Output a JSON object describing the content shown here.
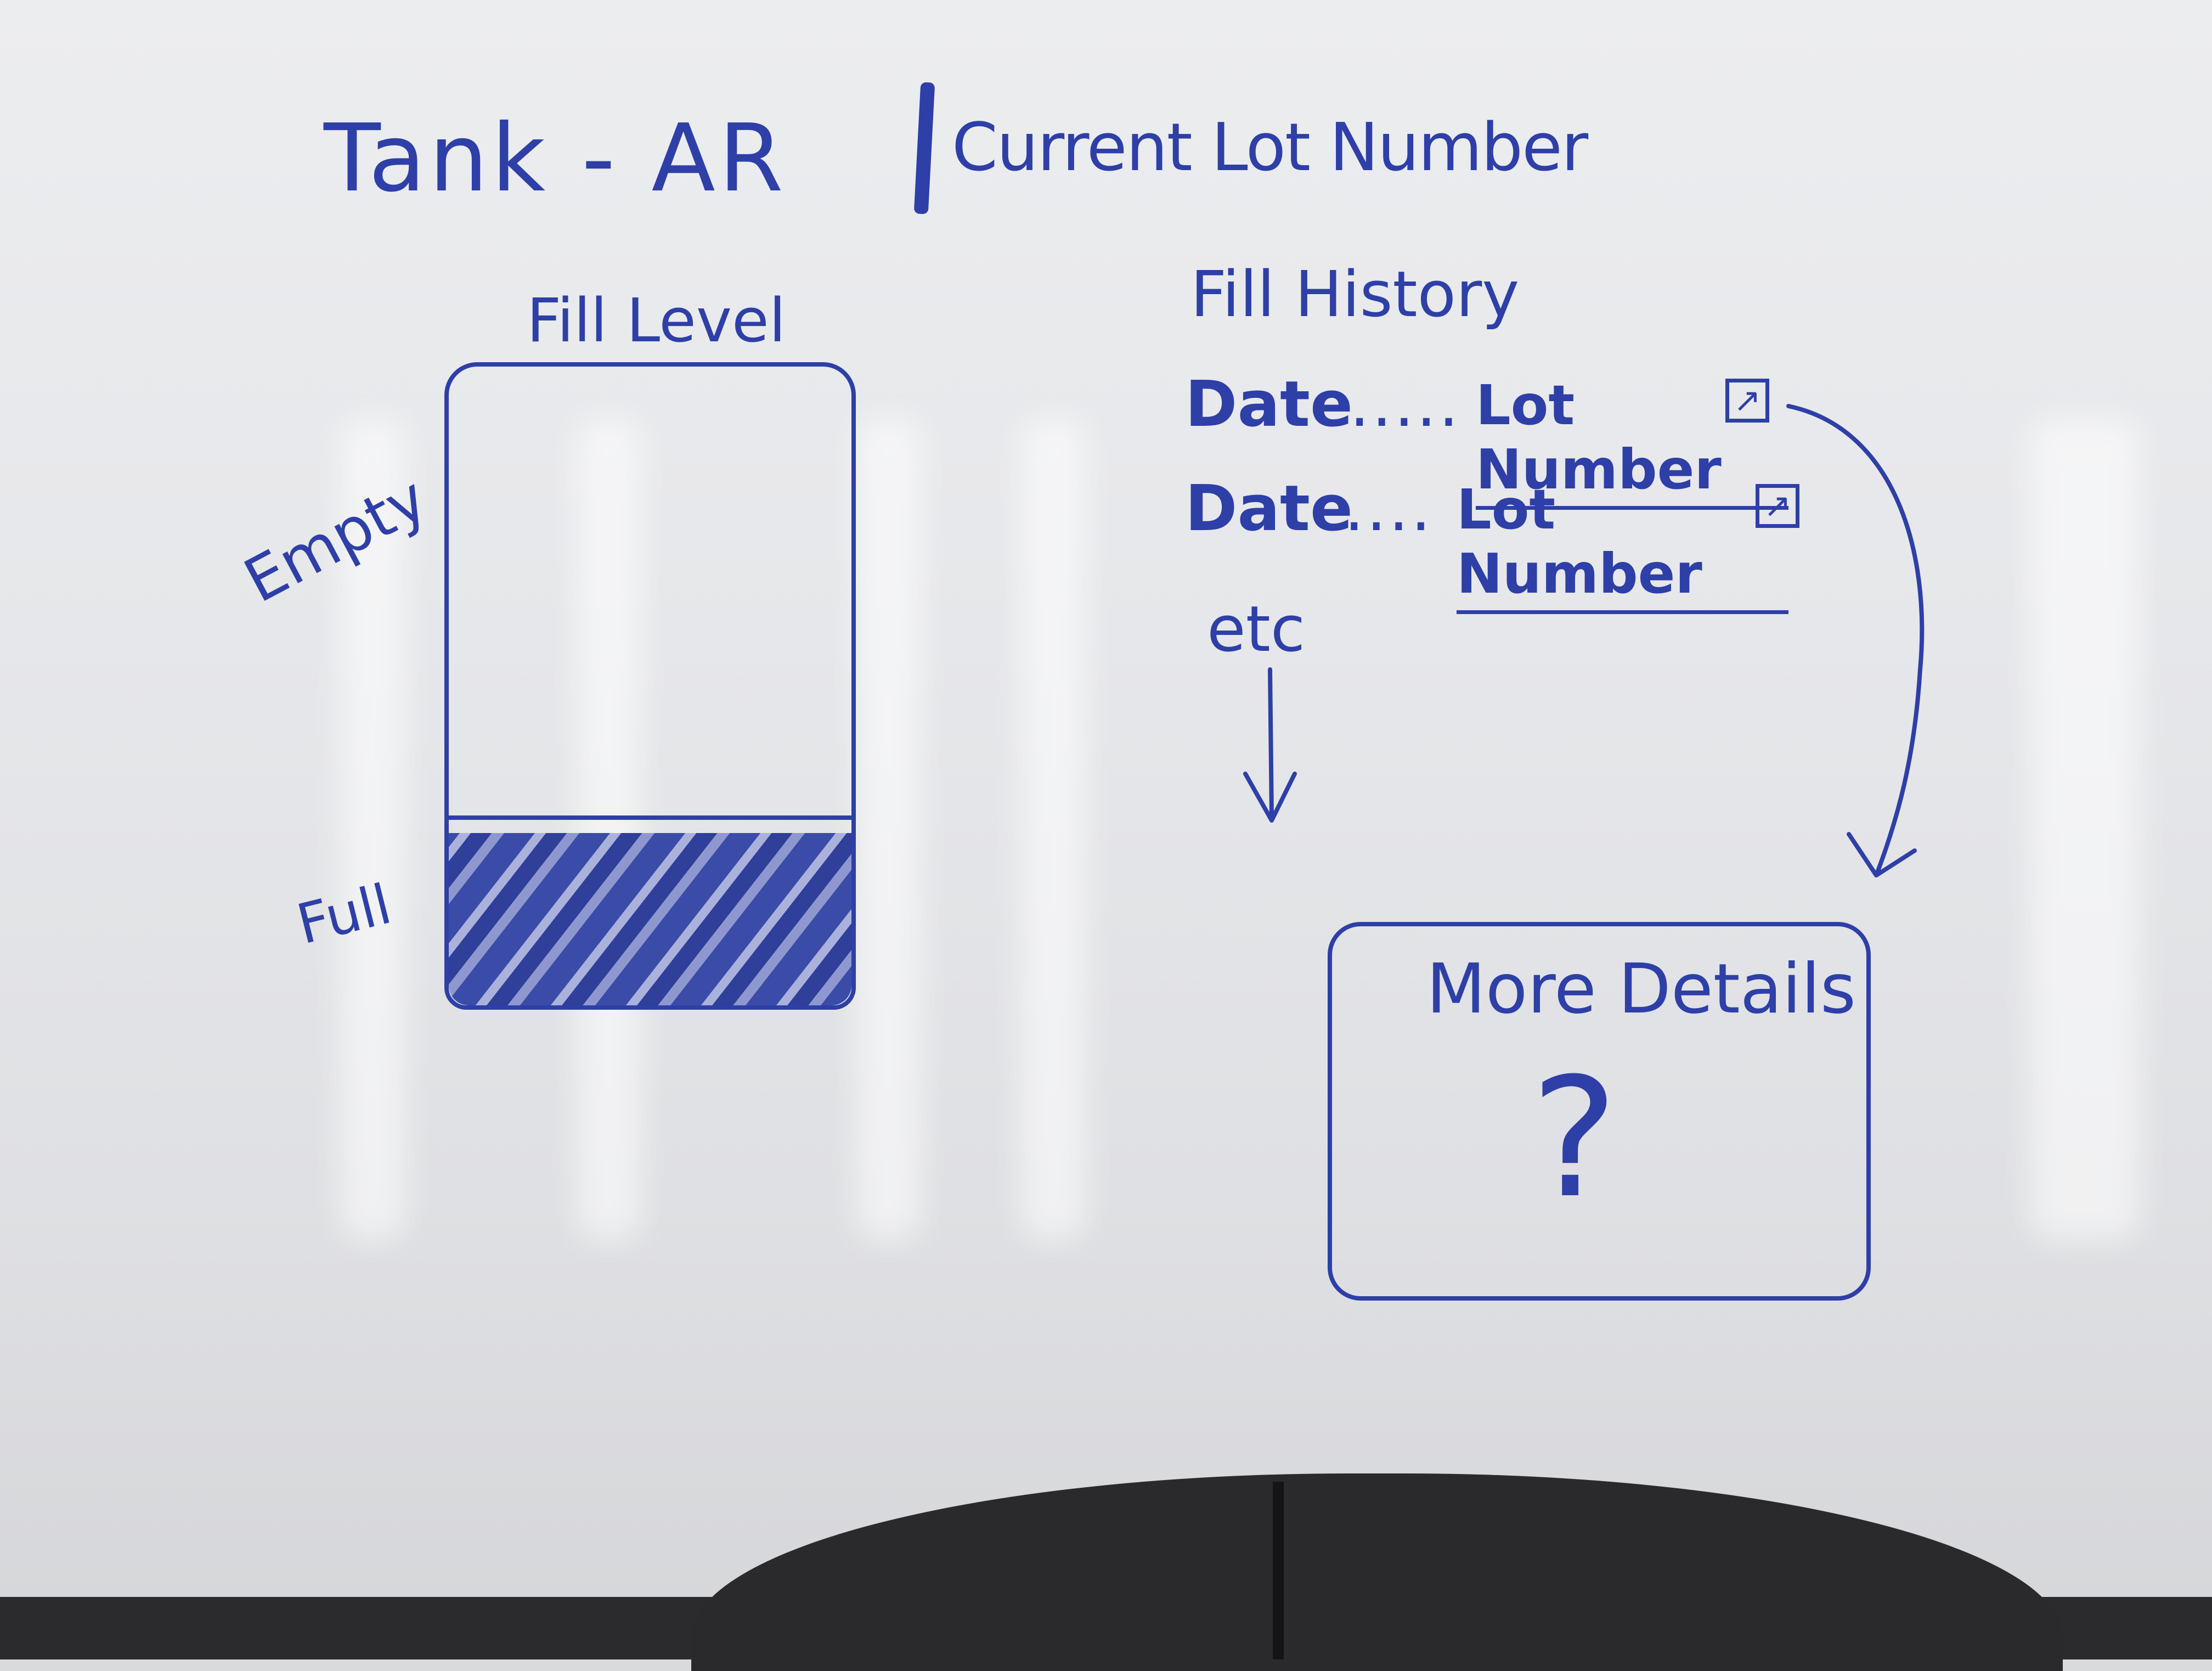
{
  "header": {
    "title_left": "Tank - AR",
    "title_right": "Current Lot Number"
  },
  "fill_level": {
    "heading": "Fill Level",
    "top_label": "Empty",
    "bottom_label": "Full",
    "fill_fraction": 0.27
  },
  "fill_history": {
    "heading": "Fill History",
    "rows": [
      {
        "date": "Date",
        "separator": ".....",
        "lot": "Lot Number",
        "link_icon": "external-link-icon"
      },
      {
        "date": "Date",
        "separator": "....",
        "lot": "Lot Number",
        "link_icon": "external-link-icon"
      }
    ],
    "more_label": "etc"
  },
  "details_panel": {
    "title": "More Details",
    "placeholder": "?"
  },
  "colors": {
    "marker_ink": "#2e3fa8",
    "board": "#e8e9eb"
  }
}
